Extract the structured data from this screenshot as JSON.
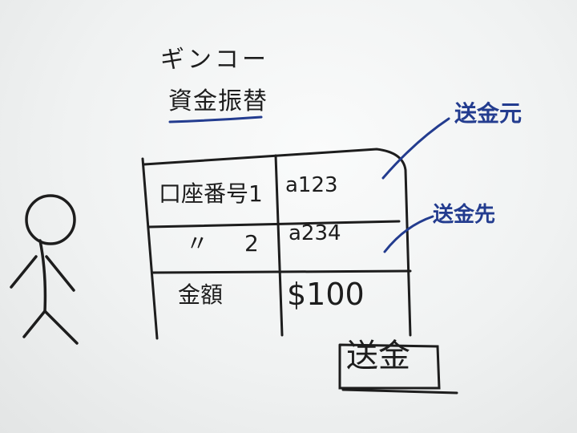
{
  "menu": {
    "title": "ギンコー"
  },
  "screen": {
    "title": "資金振替"
  },
  "form": {
    "rows": [
      {
        "label": "口座番号1",
        "value": "a123"
      },
      {
        "label_ditto": "〃",
        "label_number": "2",
        "value": "a234"
      },
      {
        "label": "金額",
        "value": "$100"
      }
    ]
  },
  "send_button": {
    "label": "送金"
  },
  "annotations": {
    "sender": "送金元",
    "receiver": "送金先"
  },
  "colors": {
    "ink": "#1d1d1d",
    "marker_blue": "#233c8f",
    "board": "#f4f5f5"
  }
}
